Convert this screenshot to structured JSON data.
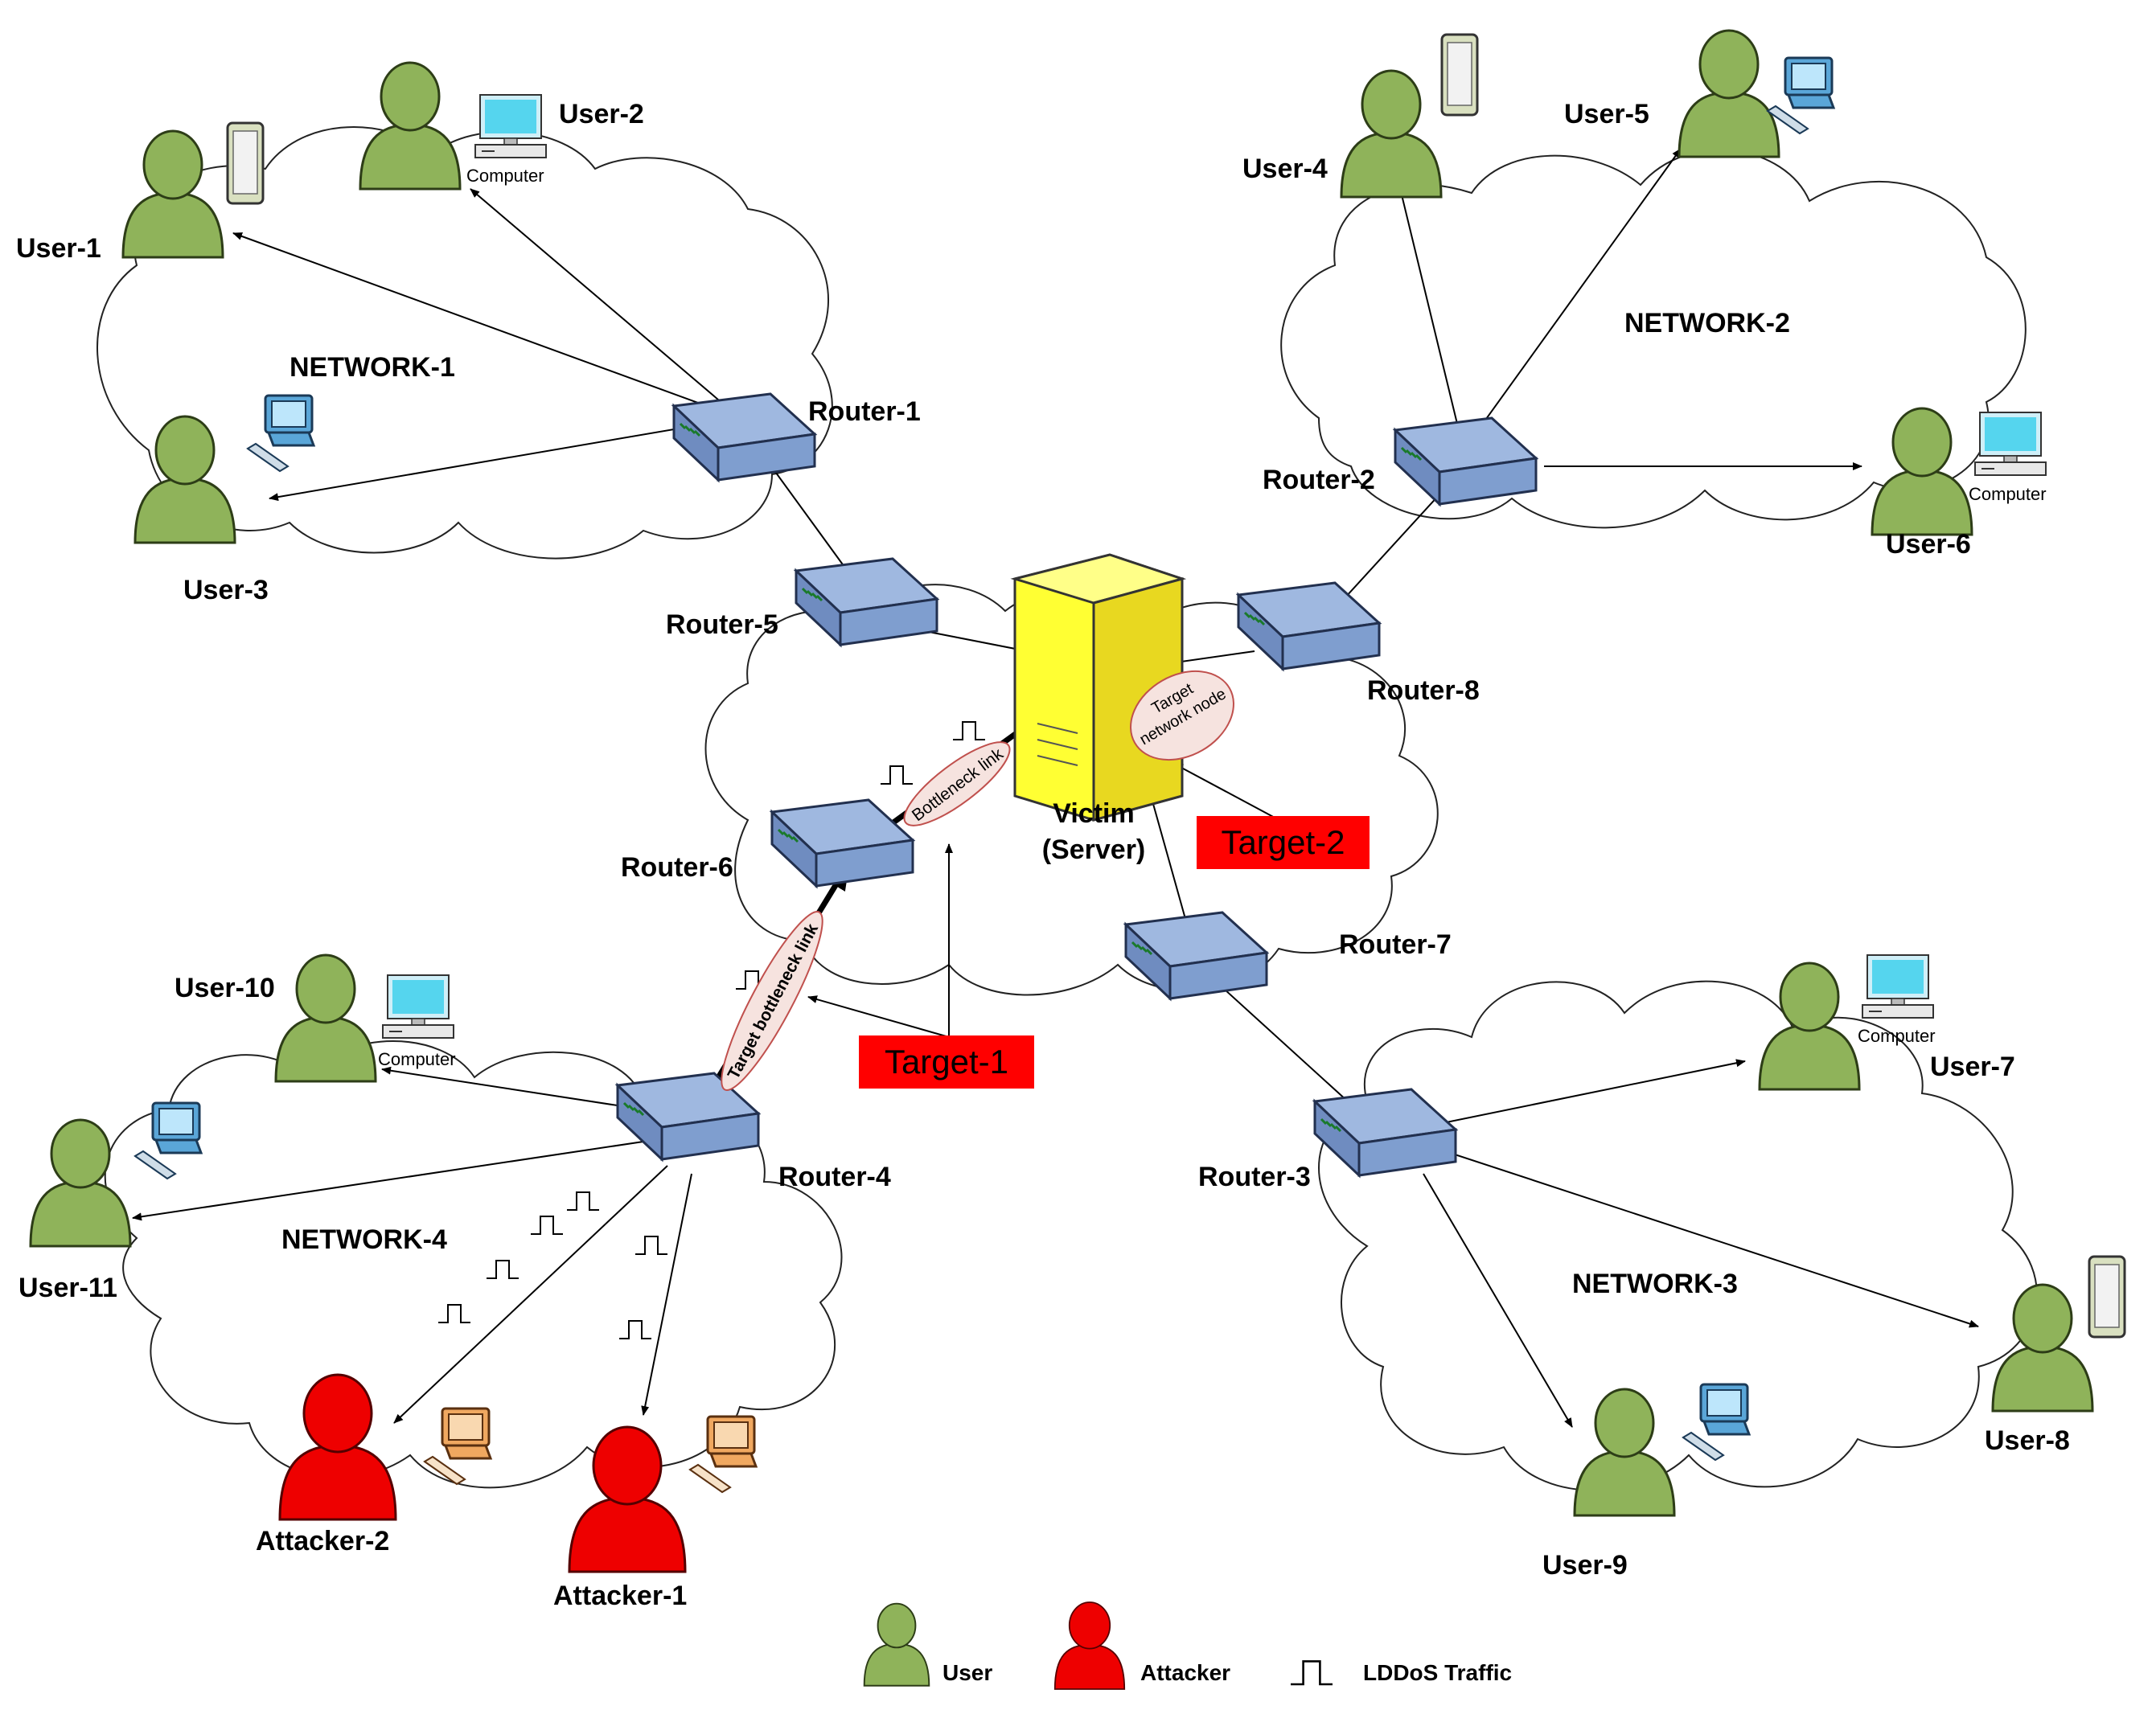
{
  "networks": {
    "n1": "NETWORK-1",
    "n2": "NETWORK-2",
    "n3": "NETWORK-3",
    "n4": "NETWORK-4"
  },
  "routers": {
    "r1": "Router-1",
    "r2": "Router-2",
    "r3": "Router-3",
    "r4": "Router-4",
    "r5": "Router-5",
    "r6": "Router-6",
    "r7": "Router-7",
    "r8": "Router-8"
  },
  "users": {
    "u1": "User-1",
    "u2": "User-2",
    "u3": "User-3",
    "u4": "User-4",
    "u5": "User-5",
    "u6": "User-6",
    "u7": "User-7",
    "u8": "User-8",
    "u9": "User-9",
    "u10": "User-10",
    "u11": "User-11"
  },
  "attackers": {
    "a1": "Attacker-1",
    "a2": "Attacker-2"
  },
  "victim": {
    "line1": "Victim",
    "line2": "(Server)"
  },
  "device_label": "Computer",
  "targets": {
    "t1": "Target-1",
    "t2": "Target-2"
  },
  "annotations": {
    "bottleneck": "Bottleneck link",
    "target_bottleneck": "Target bottleneck link",
    "target_node_1": "Target",
    "target_node_2": "network node"
  },
  "legend": {
    "user": "User",
    "attacker": "Attacker",
    "traffic": "LDDoS Traffic"
  },
  "colors": {
    "user_fill": "#8fb35a",
    "attacker_fill": "#ee0000",
    "router_fill": "#7f9ecf",
    "server_fill": "#ffff33",
    "target_box": "#ff0000",
    "annotation_fill": "#f6e3df",
    "annotation_stroke": "#c0504d"
  }
}
